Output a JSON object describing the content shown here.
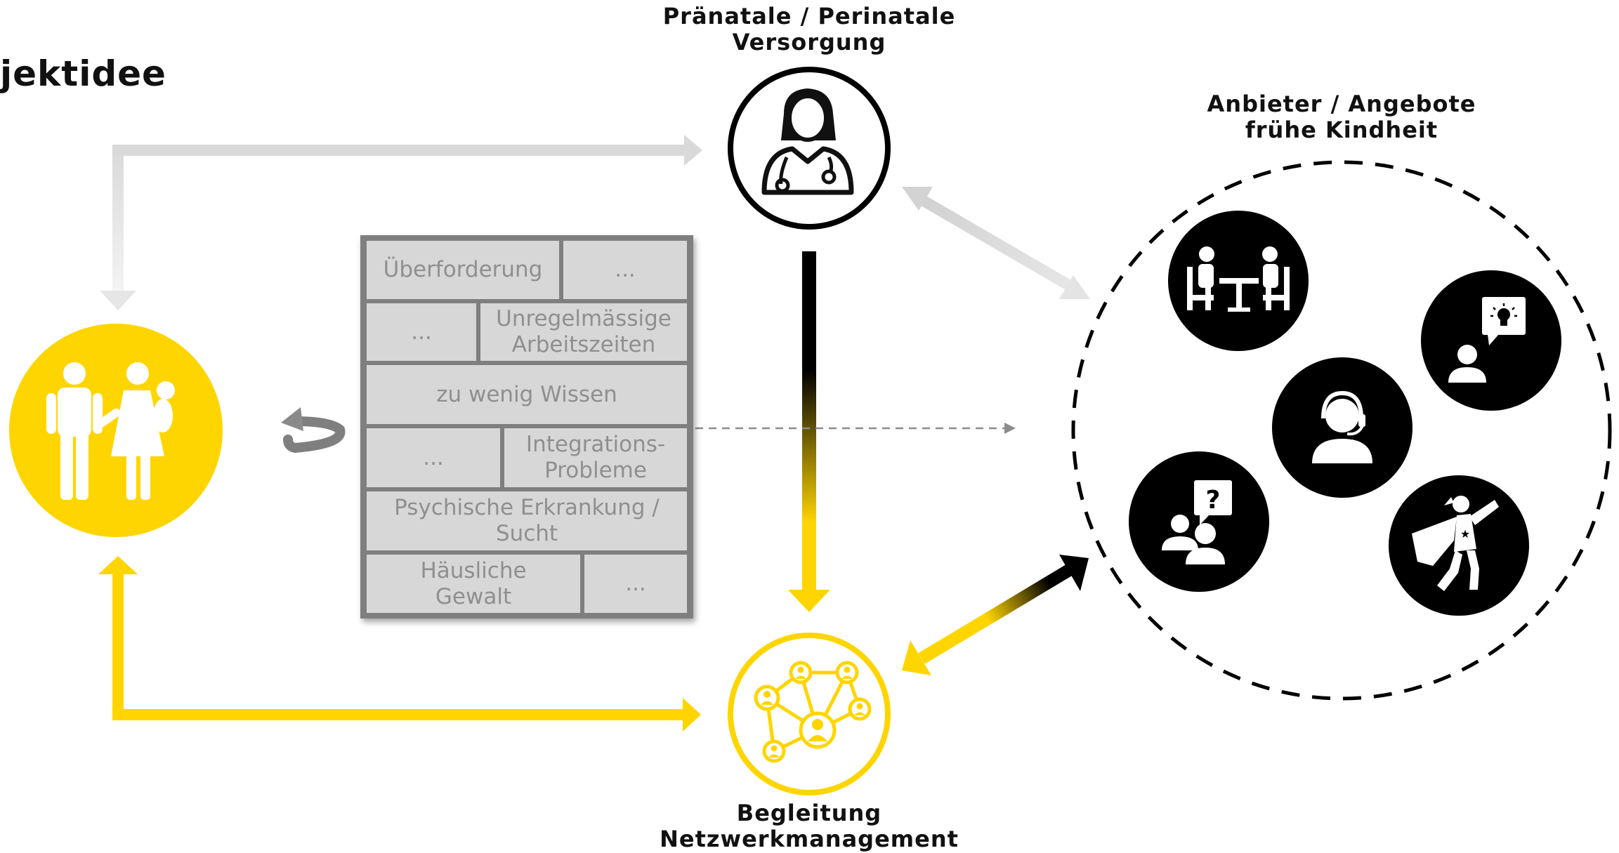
{
  "title": "jektidee",
  "labels": {
    "prenatal": [
      "Pränatale / Perinatale",
      "Versorgung"
    ],
    "providers": [
      "Anbieter / Angebote",
      "frühe Kindheit"
    ],
    "support": [
      "Begleitung",
      "Netzwerkmanagement"
    ]
  },
  "burden_panel": {
    "rows": [
      [
        "Überforderung",
        "..."
      ],
      [
        "...",
        "Unregelmässige Arbeitszeiten"
      ],
      [
        "zu wenig Wissen"
      ],
      [
        "...",
        "Integrations- Probleme"
      ],
      [
        "Psychische Erkrankung / Sucht"
      ],
      [
        "Häusliche Gewalt",
        "..."
      ]
    ]
  },
  "icons": {
    "family": "family-icon",
    "rotate": "rotate-arrow-icon",
    "doctor": "doctor-icon",
    "network": "network-icon",
    "meeting": "meeting-icon",
    "idea": "idea-speaker-icon",
    "consultant": "headset-consultant-icon",
    "question": "question-group-icon",
    "hero": "superhero-icon"
  },
  "colors": {
    "yellow": "#ffd500",
    "black": "#000000",
    "light_gray": "#d9d9d9",
    "panel_gray": "#d7d7d7",
    "panel_border": "#7f7f7f"
  }
}
